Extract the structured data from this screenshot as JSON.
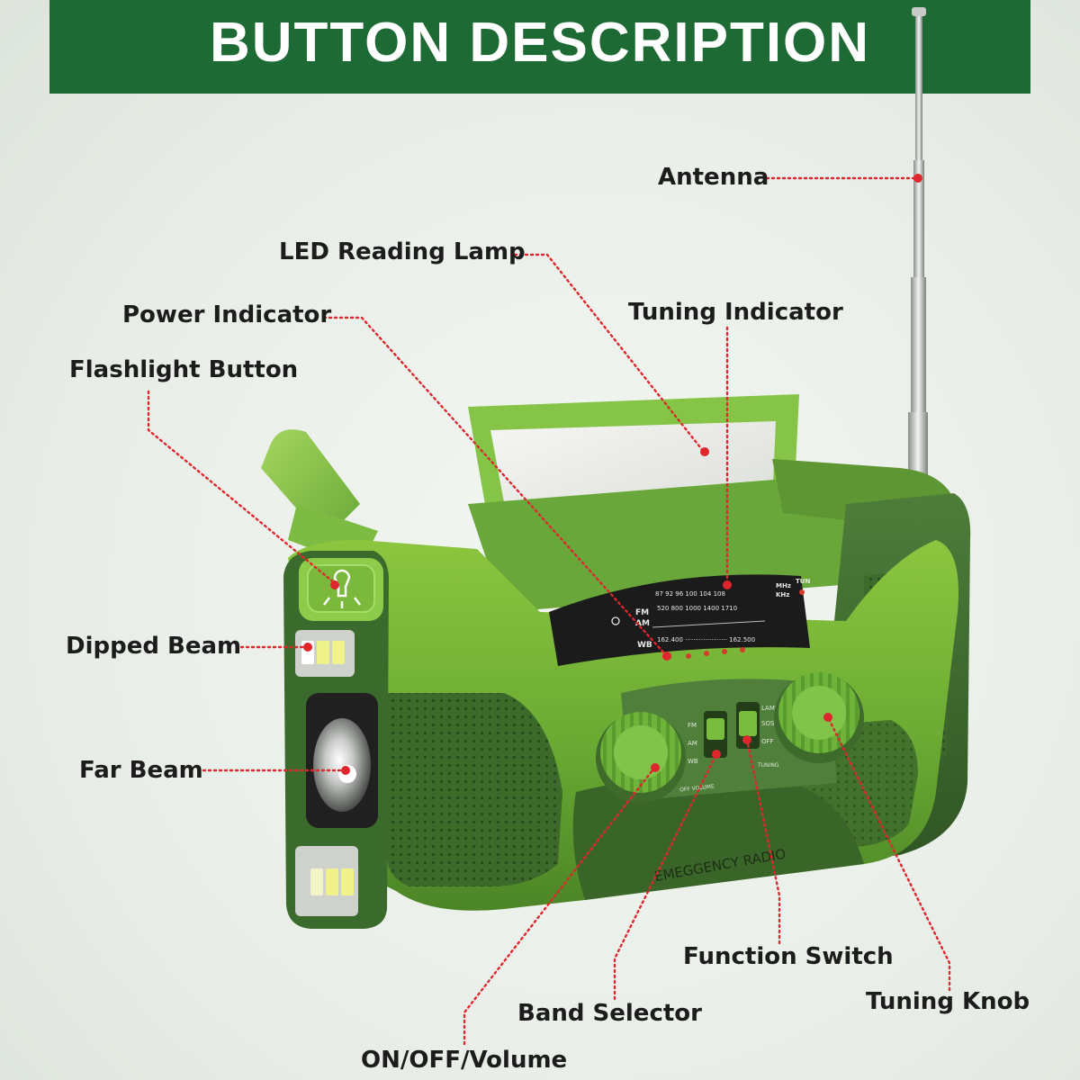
{
  "banner": {
    "title": "BUTTON DESCRIPTION"
  },
  "callouts": {
    "antenna": "Antenna",
    "led_reading_lamp": "LED Reading Lamp",
    "power_indicator": "Power Indicator",
    "tuning_indicator": "Tuning Indicator",
    "flashlight_button": "Flashlight Button",
    "dipped_beam": "Dipped Beam",
    "far_beam": "Far Beam",
    "function_switch": "Function Switch",
    "band_selector": "Band Selector",
    "tuning_knob": "Tuning Knob",
    "on_off_volume": "ON/OFF/Volume"
  },
  "radio": {
    "dial_fm": "FM",
    "dial_am": "AM",
    "dial_wb": "WB",
    "fm_scale": "87   92   96   100   104   108",
    "am_scale": "520   800   1000  1400   1710",
    "wb_scale": "162.400  ·····················  162.500",
    "unit_mhz": "MHz",
    "unit_khz": "KHz",
    "tun": "TUN",
    "band_fm": "FM",
    "band_am": "AM",
    "band_wb": "WB",
    "func_lamp": "LAMP",
    "func_sos": "SOS",
    "func_off": "OFF",
    "off_volume": "OFF VOLUME",
    "tuning": "TUNING",
    "model_text": "EMEGGENCY RADIO"
  },
  "colors": {
    "banner": "#1e6a34",
    "body_green": "#6fb33a",
    "dark_green": "#3f6f2e",
    "callout_red": "#e0262d"
  }
}
